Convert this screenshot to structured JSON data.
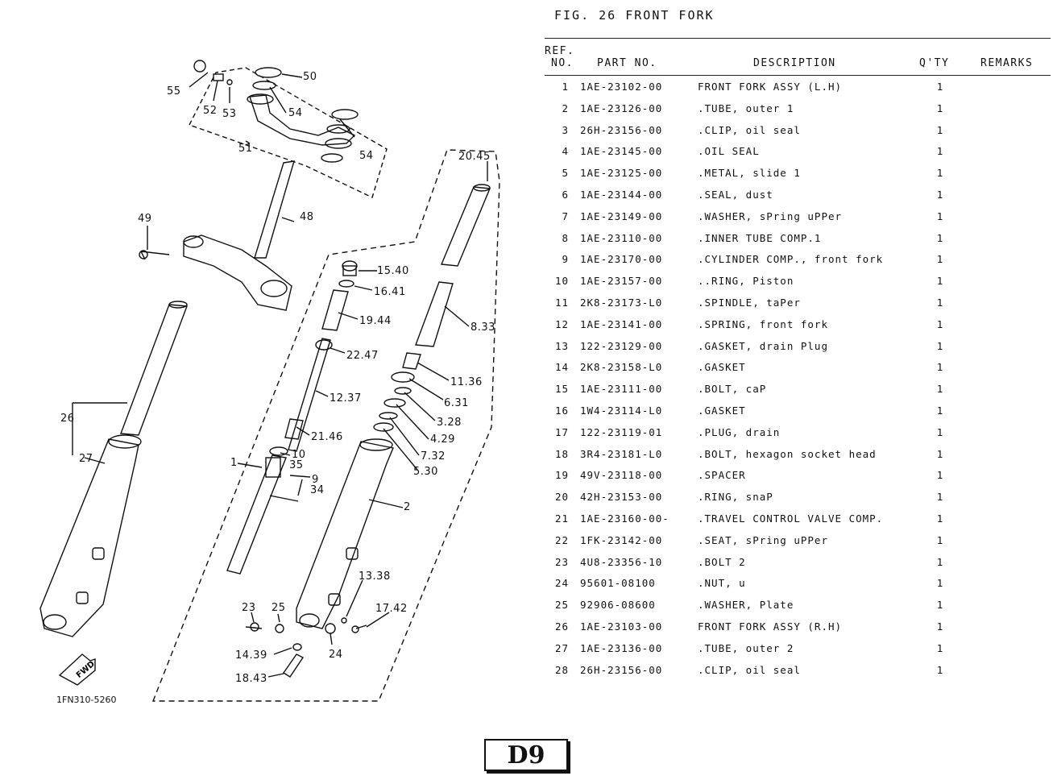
{
  "figure": {
    "title": "FIG. 26  FRONT FORK"
  },
  "table_header": {
    "ref_line1": "REF.",
    "ref_line2": "NO.",
    "part_no": "PART NO.",
    "description": "DESCRIPTION",
    "qty": "Q'TY",
    "remarks": "REMARKS"
  },
  "parts": [
    {
      "ref": "1",
      "part_no": "1AE-23102-00",
      "description": "FRONT FORK ASSY (L.H)",
      "qty": "1"
    },
    {
      "ref": "2",
      "part_no": "1AE-23126-00",
      "description": ".TUBE, outer 1",
      "qty": "1"
    },
    {
      "ref": "3",
      "part_no": "26H-23156-00",
      "description": ".CLIP, oil seal",
      "qty": "1"
    },
    {
      "ref": "4",
      "part_no": "1AE-23145-00",
      "description": ".OIL SEAL",
      "qty": "1"
    },
    {
      "ref": "5",
      "part_no": "1AE-23125-00",
      "description": ".METAL, slide 1",
      "qty": "1"
    },
    {
      "ref": "6",
      "part_no": "1AE-23144-00",
      "description": ".SEAL, dust",
      "qty": "1"
    },
    {
      "ref": "7",
      "part_no": "1AE-23149-00",
      "description": ".WASHER, sPring uPPer",
      "qty": "1"
    },
    {
      "ref": "8",
      "part_no": "1AE-23110-00",
      "description": ".INNER TUBE COMP.1",
      "qty": "1"
    },
    {
      "ref": "9",
      "part_no": "1AE-23170-00",
      "description": ".CYLINDER COMP., front fork",
      "qty": "1"
    },
    {
      "ref": "10",
      "part_no": "1AE-23157-00",
      "description": "..RING, Piston",
      "qty": "1"
    },
    {
      "ref": "11",
      "part_no": "2K8-23173-L0",
      "description": ".SPINDLE, taPer",
      "qty": "1"
    },
    {
      "ref": "12",
      "part_no": "1AE-23141-00",
      "description": ".SPRING, front fork",
      "qty": "1"
    },
    {
      "ref": "13",
      "part_no": "122-23129-00",
      "description": ".GASKET, drain Plug",
      "qty": "1"
    },
    {
      "ref": "14",
      "part_no": "2K8-23158-L0",
      "description": ".GASKET",
      "qty": "1"
    },
    {
      "ref": "15",
      "part_no": "1AE-23111-00",
      "description": ".BOLT, caP",
      "qty": "1"
    },
    {
      "ref": "16",
      "part_no": "1W4-23114-L0",
      "description": ".GASKET",
      "qty": "1"
    },
    {
      "ref": "17",
      "part_no": "122-23119-01",
      "description": ".PLUG, drain",
      "qty": "1"
    },
    {
      "ref": "18",
      "part_no": "3R4-23181-L0",
      "description": ".BOLT, hexagon socket head",
      "qty": "1"
    },
    {
      "ref": "19",
      "part_no": "49V-23118-00",
      "description": ".SPACER",
      "qty": "1"
    },
    {
      "ref": "20",
      "part_no": "42H-23153-00",
      "description": ".RING, snaP",
      "qty": "1"
    },
    {
      "ref": "21",
      "part_no": "1AE-23160-00-",
      "description": ".TRAVEL CONTROL VALVE COMP.",
      "qty": "1"
    },
    {
      "ref": "22",
      "part_no": "1FK-23142-00",
      "description": ".SEAT, sPring uPPer",
      "qty": "1"
    },
    {
      "ref": "23",
      "part_no": "4U8-23356-10",
      "description": ".BOLT 2",
      "qty": "1"
    },
    {
      "ref": "24",
      "part_no": "95601-08100",
      "description": ".NUT, u",
      "qty": "1"
    },
    {
      "ref": "25",
      "part_no": "92906-08600",
      "description": ".WASHER, Plate",
      "qty": "1"
    },
    {
      "ref": "26",
      "part_no": "1AE-23103-00",
      "description": "FRONT FORK ASSY (R.H)",
      "qty": "1"
    },
    {
      "ref": "27",
      "part_no": "1AE-23136-00",
      "description": ".TUBE, outer 2",
      "qty": "1"
    },
    {
      "ref": "28",
      "part_no": "26H-23156-00",
      "description": ".CLIP, oil seal",
      "qty": "1"
    }
  ],
  "callouts": [
    {
      "id": "c55",
      "text": "55"
    },
    {
      "id": "c50",
      "text": "50"
    },
    {
      "id": "c52",
      "text": "52"
    },
    {
      "id": "c53",
      "text": "53"
    },
    {
      "id": "c54a",
      "text": "54"
    },
    {
      "id": "c54b",
      "text": "54"
    },
    {
      "id": "c51",
      "text": "51"
    },
    {
      "id": "c49",
      "text": "49"
    },
    {
      "id": "c48",
      "text": "48"
    },
    {
      "id": "c2045",
      "text": "20.45"
    },
    {
      "id": "c1540",
      "text": "15.40"
    },
    {
      "id": "c1641",
      "text": "16.41"
    },
    {
      "id": "c1944",
      "text": "19.44"
    },
    {
      "id": "c833",
      "text": "8.33"
    },
    {
      "id": "c2247",
      "text": "22.47"
    },
    {
      "id": "c1136",
      "text": "11.36"
    },
    {
      "id": "c631",
      "text": "6.31"
    },
    {
      "id": "c1237",
      "text": "12.37"
    },
    {
      "id": "c328",
      "text": "3.28"
    },
    {
      "id": "c2146",
      "text": "21.46"
    },
    {
      "id": "c429",
      "text": "4.29"
    },
    {
      "id": "c26",
      "text": "26"
    },
    {
      "id": "c10",
      "text": "10"
    },
    {
      "id": "c732",
      "text": "7.32"
    },
    {
      "id": "c27",
      "text": "27"
    },
    {
      "id": "c1",
      "text": "1"
    },
    {
      "id": "c35",
      "text": "35"
    },
    {
      "id": "c530",
      "text": "5.30"
    },
    {
      "id": "c9",
      "text": "9"
    },
    {
      "id": "c34",
      "text": "34"
    },
    {
      "id": "c2",
      "text": "2"
    },
    {
      "id": "c1338",
      "text": "13.38"
    },
    {
      "id": "c23",
      "text": "23"
    },
    {
      "id": "c25",
      "text": "25"
    },
    {
      "id": "c1742",
      "text": "17.42"
    },
    {
      "id": "c1439",
      "text": "14.39"
    },
    {
      "id": "c24",
      "text": "24"
    },
    {
      "id": "c1843",
      "text": "18.43"
    }
  ],
  "drawing_code": "1FN310-5260",
  "fwd_label": "FWD",
  "page_badge": "D9"
}
